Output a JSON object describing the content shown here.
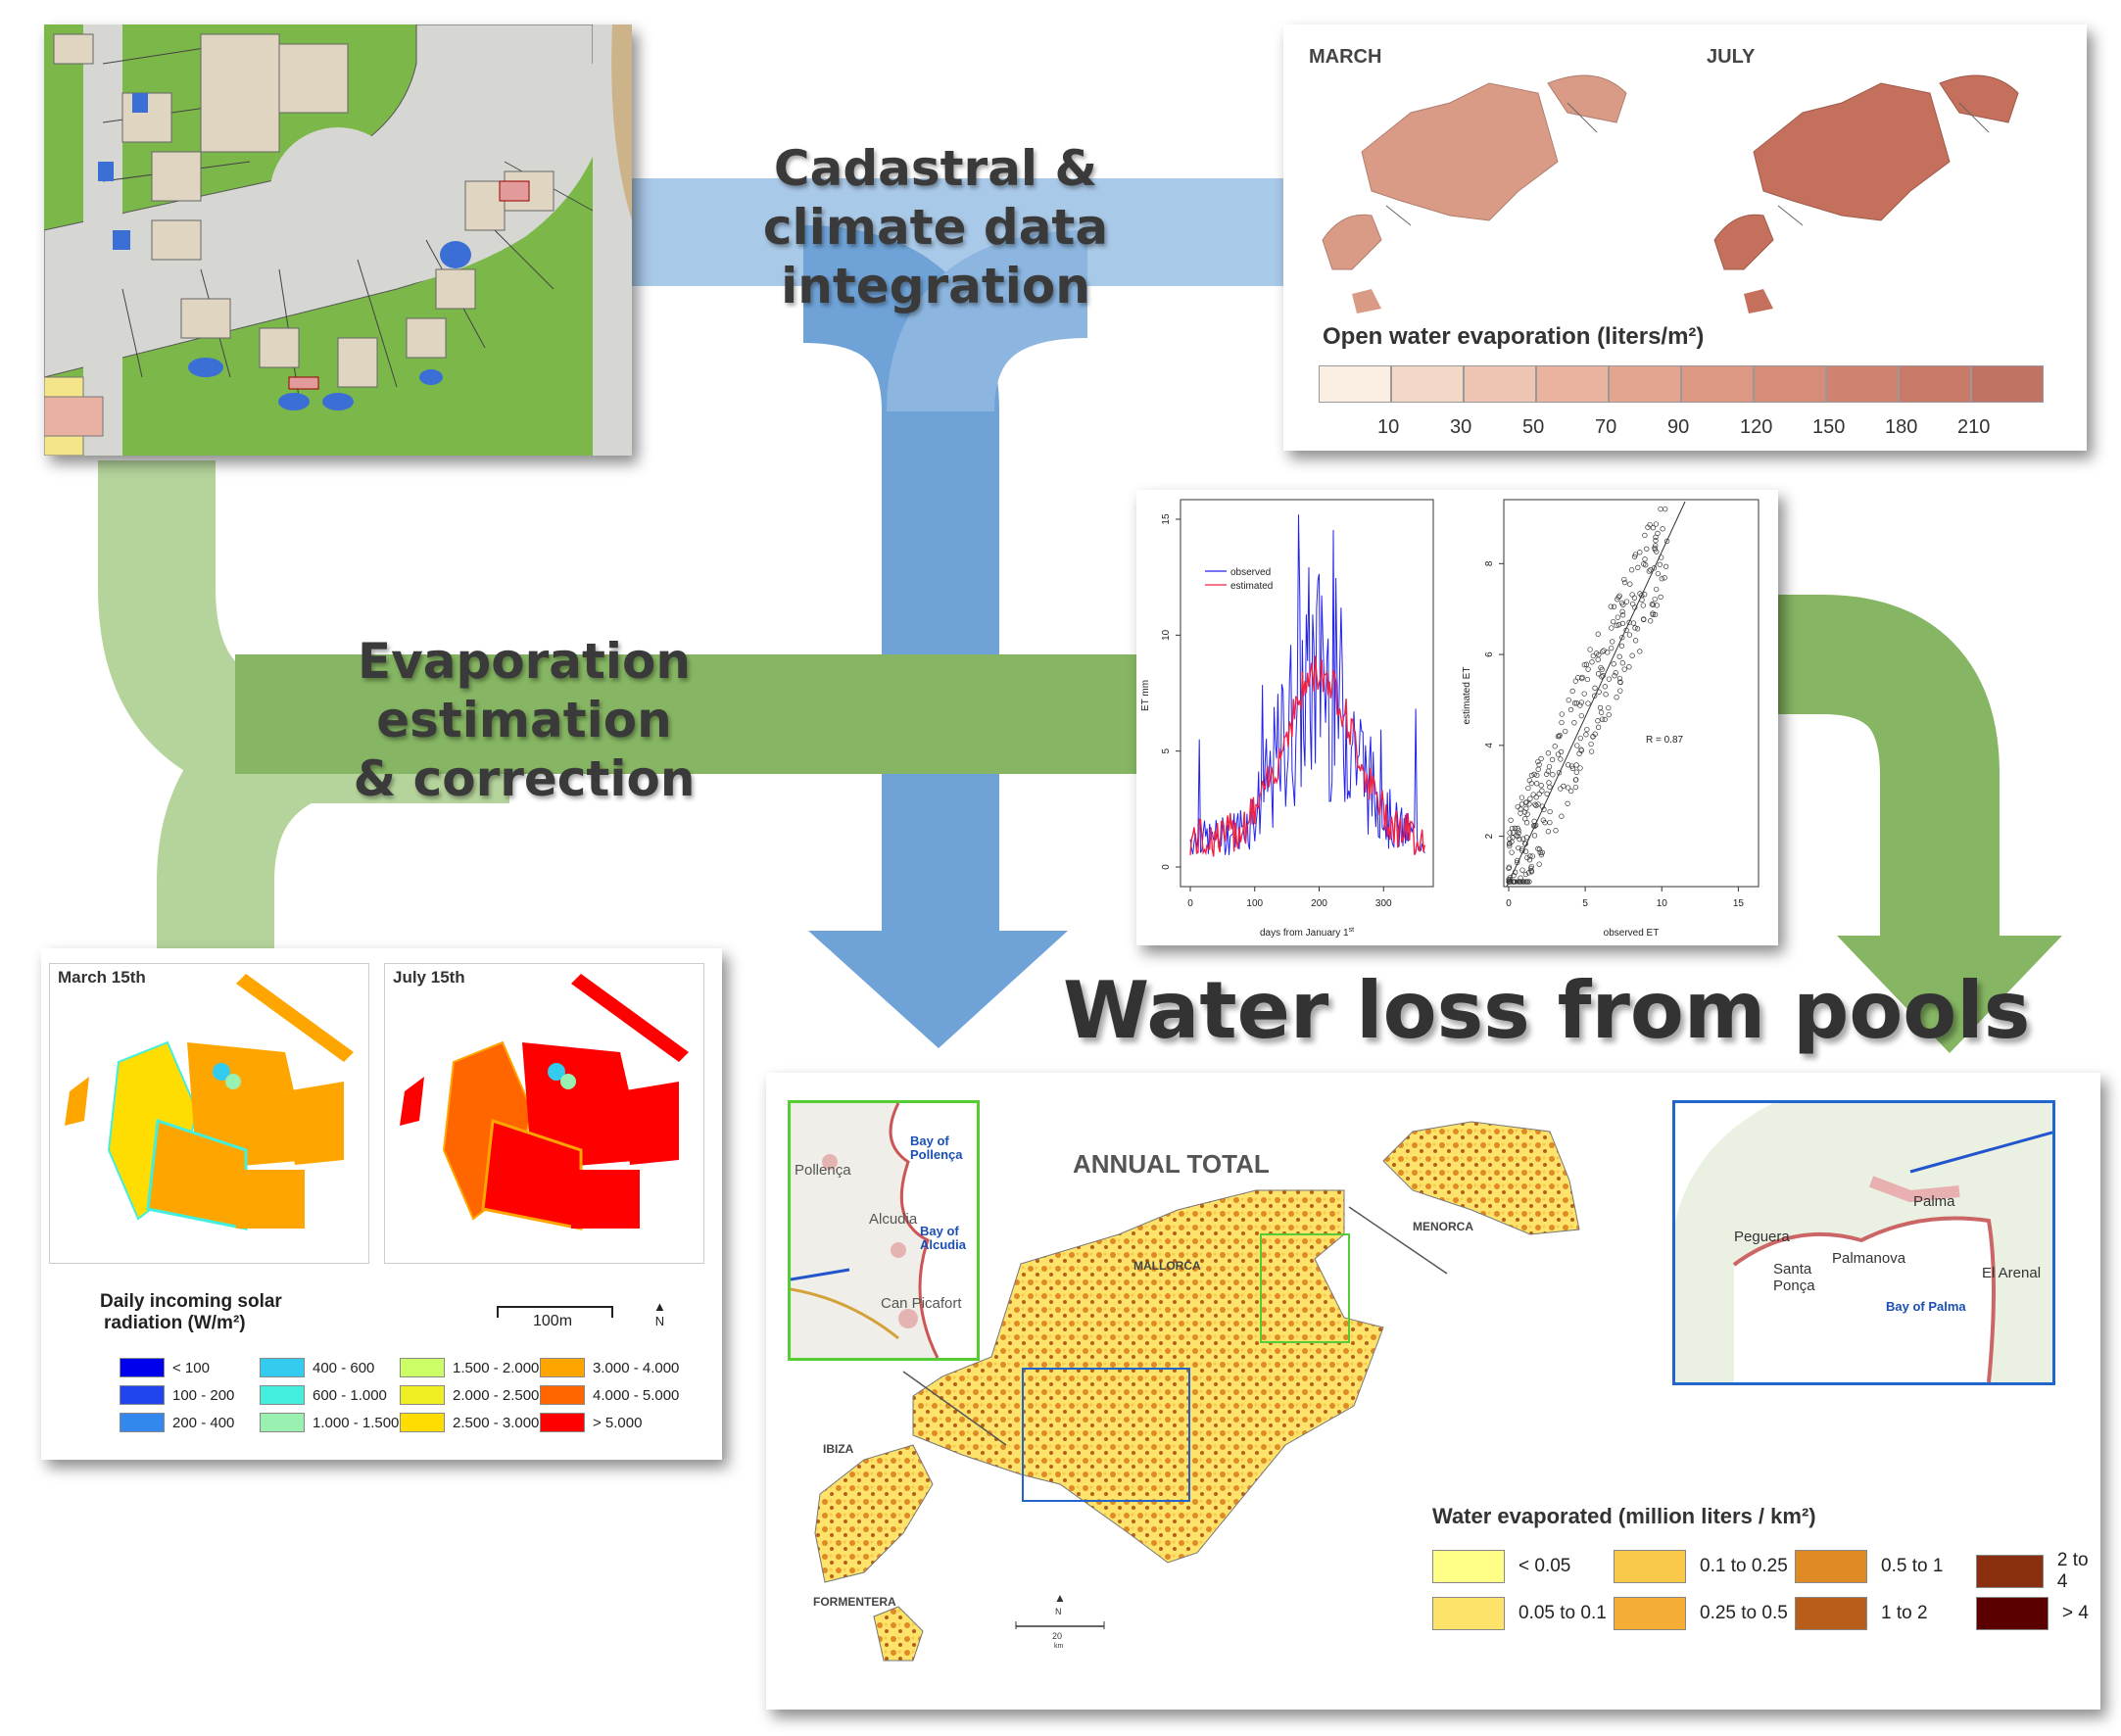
{
  "flows": {
    "top_label": "Cadastral & climate data integration",
    "top_label_lines": [
      "Cadastral &",
      "climate data",
      "integration"
    ],
    "middle_label_lines": [
      "Evaporation estimation",
      "& correction"
    ],
    "colors": {
      "blue": "#6fa3d8",
      "blue_light": "#a9c9e8",
      "green": "#86b663",
      "green_light": "#b5d49b"
    }
  },
  "main_title": "Water loss from pools",
  "evaporation_maps": {
    "march_label": "MARCH",
    "july_label": "JULY",
    "legend_title": "Open water evaporation (liters/m²)",
    "legend_ticks": [
      "10",
      "30",
      "50",
      "70",
      "90",
      "120",
      "150",
      "180",
      "210"
    ],
    "legend_colors": [
      "#fbeee3",
      "#f3d8c8",
      "#eec4b2",
      "#e9b39f",
      "#e3a58f",
      "#dc9883",
      "#d58c78",
      "#cf8270",
      "#c97a68",
      "#c07264"
    ],
    "march_color": "#d99b86",
    "july_color": "#c4705c"
  },
  "et_chart": {
    "line_plot": {
      "ylabel": "ET mm",
      "xlabel_main": "days from January 1",
      "xlabel_sup": "st",
      "y_ticks": [
        "0",
        "5",
        "10",
        "15"
      ],
      "x_ticks": [
        "0",
        "100",
        "200",
        "300"
      ],
      "legend": [
        "observed",
        "estimated"
      ],
      "observed_color": "#2222ee",
      "estimated_color": "#ee2244"
    },
    "scatter_plot": {
      "ylabel": "estimated ET",
      "xlabel": "observed ET",
      "y_ticks": [
        "2",
        "4",
        "6",
        "8"
      ],
      "x_ticks": [
        "0",
        "5",
        "10",
        "15"
      ],
      "annotation": "R = 0.87"
    }
  },
  "solar": {
    "march_label": "March 15th",
    "july_label": "July 15th",
    "legend_title_lines": [
      "Daily incoming solar",
      "radiation (W/m²)"
    ],
    "scale_label": "100m",
    "north_label": "N",
    "legend_items": [
      {
        "label": "< 100",
        "color": "#0000ee"
      },
      {
        "label": "100 - 200",
        "color": "#2244ee"
      },
      {
        "label": "200 - 400",
        "color": "#3388ee"
      },
      {
        "label": "400 - 600",
        "color": "#33ccee"
      },
      {
        "label": "600 - 1.000",
        "color": "#44eedd"
      },
      {
        "label": "1.000 - 1.500",
        "color": "#99f0b0"
      },
      {
        "label": "1.500 - 2.000",
        "color": "#ccff66"
      },
      {
        "label": "2.000 - 2.500",
        "color": "#eeee22"
      },
      {
        "label": "2.500 - 3.000",
        "color": "#ffdd00"
      },
      {
        "label": "3.000 - 4.000",
        "color": "#ffa500"
      },
      {
        "label": "4.000 - 5.000",
        "color": "#ff6600"
      },
      {
        "label": "> 5.000",
        "color": "#ff0000"
      }
    ]
  },
  "annual": {
    "title": "ANNUAL TOTAL",
    "islands": [
      "MALLORCA",
      "MENORCA",
      "IBIZA",
      "FORMENTERA"
    ],
    "inset_left_labels": [
      "Bay of Pollença",
      "Bay of Alcudia",
      "Pollença",
      "Alcudia",
      "Can Picafort"
    ],
    "inset_right_labels": [
      "Palma",
      "Peguera",
      "Santa Ponça",
      "Palmanova",
      "El Arenal",
      "Bay of Palma"
    ],
    "legend_title": "Water evaporated (million liters / km²)",
    "scale_label": "20",
    "scale_unit": "km",
    "north_label": "N",
    "legend_items": [
      {
        "label": "< 0.05",
        "color": "#ffff88"
      },
      {
        "label": "0.05 to 0.1",
        "color": "#fde36a"
      },
      {
        "label": "0.1 to 0.25",
        "color": "#fbc94a"
      },
      {
        "label": "0.25 to 0.5",
        "color": "#f5ad35"
      },
      {
        "label": "0.5 to 1",
        "color": "#e08a26"
      },
      {
        "label": "1 to 2",
        "color": "#b85d1a"
      },
      {
        "label": "2 to 4",
        "color": "#8a2e10"
      },
      {
        "label": "> 4",
        "color": "#5a0000"
      }
    ]
  }
}
